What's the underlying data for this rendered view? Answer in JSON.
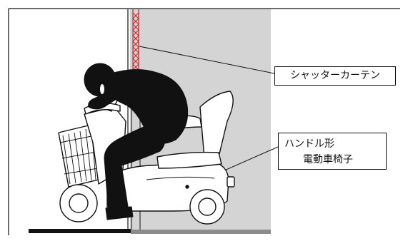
{
  "labels": {
    "shutter_curtain": "シャッターカーテン",
    "wheelchair_line1": "ハンドル形",
    "wheelchair_line2": "電動車椅子"
  },
  "colors": {
    "wall": "#d4d4d4",
    "shutter_red": "#d2232a",
    "figure_black": "#111111",
    "floor_dark": "#111111",
    "floor_grey": "#8c8c8c"
  }
}
